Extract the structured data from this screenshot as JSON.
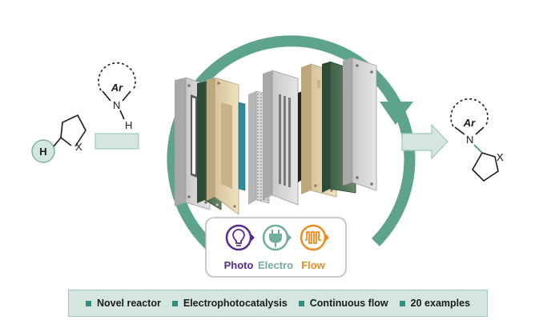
{
  "left_molecule": {
    "h_label": "H",
    "x_label": "X"
  },
  "amine": {
    "ar_label": "Ar",
    "n_label": "N",
    "h_label": "H"
  },
  "product": {
    "ar_label": "Ar",
    "n_label": "N",
    "x_label": "X"
  },
  "modes": [
    {
      "label": "Photo",
      "color": "#5b2a91",
      "icon": "lightbulb-icon"
    },
    {
      "label": "Electro",
      "color": "#6fae9a",
      "icon": "plug-icon"
    },
    {
      "label": "Flow",
      "color": "#f08a1c",
      "icon": "serpentine-coil-icon"
    }
  ],
  "features": [
    {
      "label": "Novel reactor"
    },
    {
      "label": "Electrophotocatalysis"
    },
    {
      "label": "Continuous flow"
    },
    {
      "label": "20 examples"
    }
  ],
  "colors": {
    "cycle_arrow": "#5ea38d",
    "block_arrow_fill": "#d3e7de",
    "block_arrow_stroke": "#9fc7b6"
  }
}
